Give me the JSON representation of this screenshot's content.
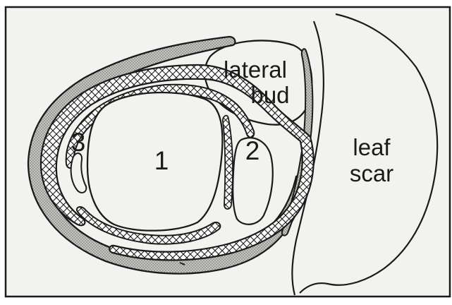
{
  "diagram": {
    "labels": {
      "bundle_1": "1",
      "bundle_2": "2",
      "bundle_3": "3",
      "lateral_bud_line1": "lateral",
      "lateral_bud_line2": "bud",
      "leaf_scar_line1": "leaf",
      "leaf_scar_line2": "scar"
    },
    "colors": {
      "background": "#f2f2f0",
      "ink": "#1a1a1a",
      "stipple_fill": "#b9b9b6",
      "crosshatch": "#1a1a1a"
    }
  }
}
